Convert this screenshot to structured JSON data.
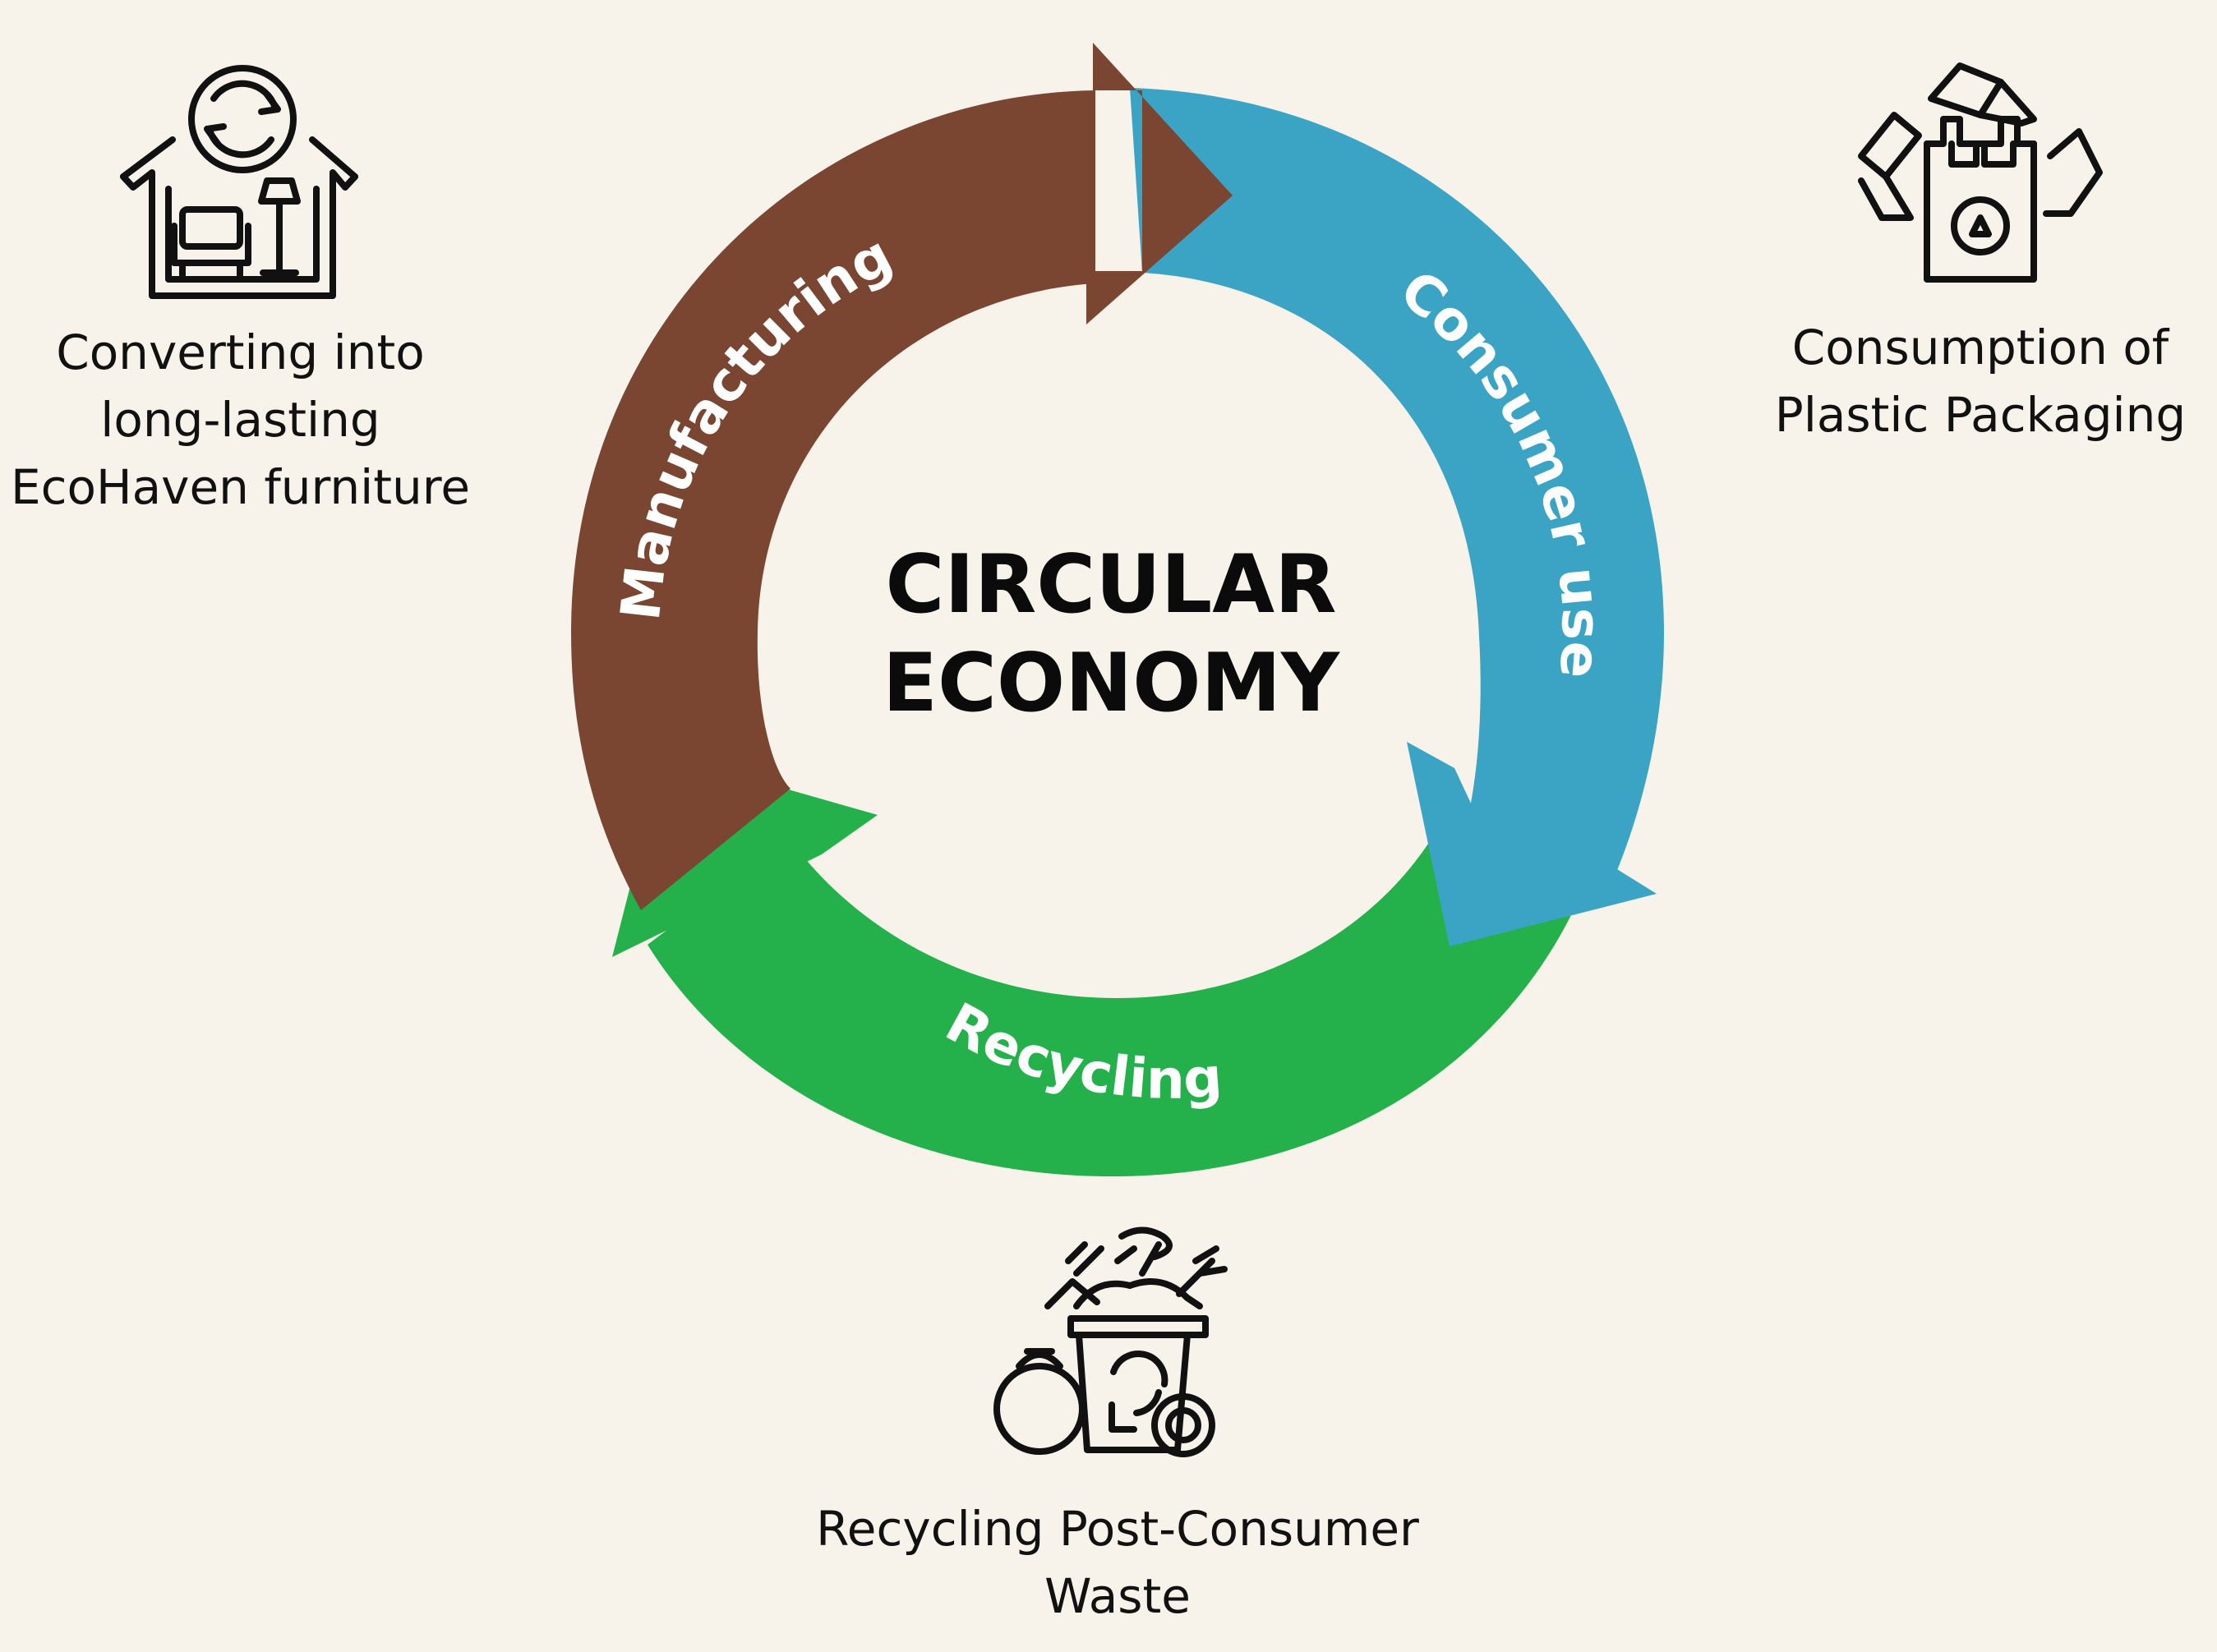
{
  "title": {
    "line1": "CIRCULAR",
    "line2": "ECONOMY"
  },
  "stages": [
    {
      "label": "Manufacturing",
      "color": "#7a4631"
    },
    {
      "label": "Consumer use",
      "color": "#3ba4c4"
    },
    {
      "label": "Recycling",
      "color": "#24b14b"
    }
  ],
  "captions": {
    "left": [
      "Converting into",
      "long-lasting",
      "EcoHaven furniture"
    ],
    "right": [
      "Consumption of",
      "Plastic Packaging"
    ],
    "bottom": [
      "Recycling Post-Consumer",
      "Waste"
    ]
  },
  "icons": {
    "left": "house-furniture-recycle-icon",
    "right": "recycle-plastic-bag-icon",
    "bottom": "recycling-bin-waste-icon"
  },
  "colors": {
    "background": "#f7f3eb",
    "text": "#111111"
  }
}
